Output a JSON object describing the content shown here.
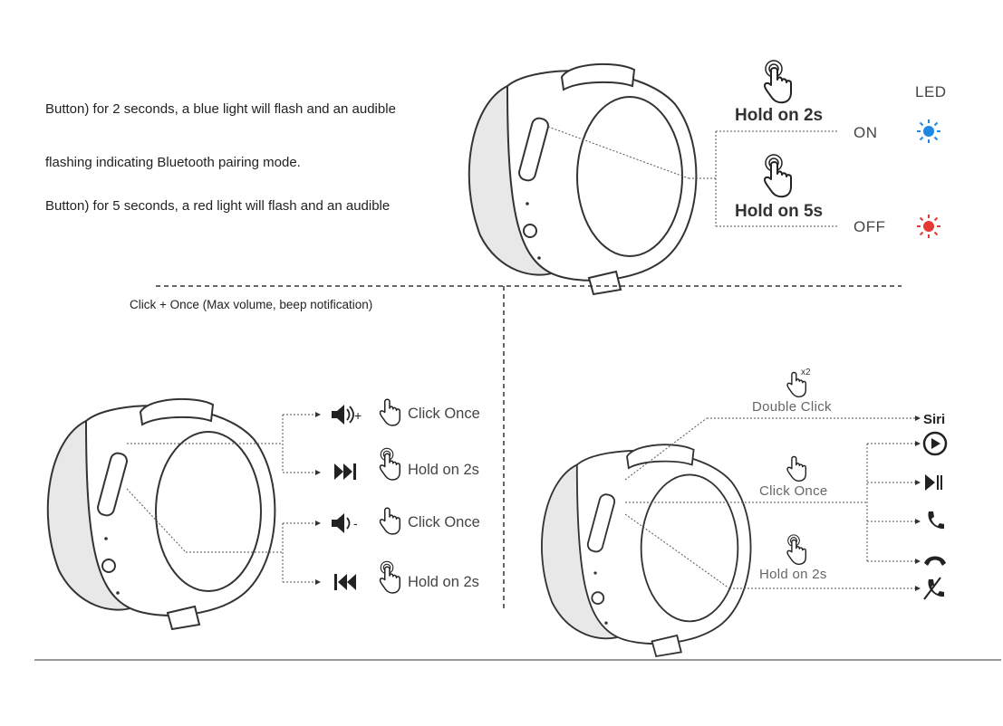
{
  "top_section": {
    "instructions": [
      "Button) for 2 seconds, a blue light will flash and an audible",
      "flashing indicating Bluetooth pairing mode.",
      "Button) for 5 seconds, a red light will flash and an audible"
    ],
    "led_header": "LED",
    "actions": [
      {
        "label": "Hold on 2s",
        "state": "ON",
        "led_color": "#1e88e5"
      },
      {
        "label": "Hold on 5s",
        "state": "OFF",
        "led_color": "#e53935"
      }
    ]
  },
  "left_section": {
    "note": "Click + Once  (Max volume, beep notification)",
    "rows": [
      {
        "icon": "volume-up-icon",
        "action": "Click Once"
      },
      {
        "icon": "next-track-icon",
        "action": "Hold on 2s"
      },
      {
        "icon": "volume-down-icon",
        "action": "Click Once"
      },
      {
        "icon": "previous-track-icon",
        "action": "Hold on 2s"
      }
    ]
  },
  "right_section": {
    "gestures": [
      {
        "label": "Double Click",
        "badge": "x2"
      },
      {
        "label": "Click Once"
      },
      {
        "label": "Hold on 2s"
      }
    ],
    "siri_label": "Siri",
    "result_icons": [
      "play-icon",
      "play-pause-icon",
      "answer-call-icon",
      "hang-up-icon",
      "reject-call-icon"
    ]
  },
  "colors": {
    "led_on": "#1e88e5",
    "led_off": "#e53935",
    "line": "#555555"
  }
}
